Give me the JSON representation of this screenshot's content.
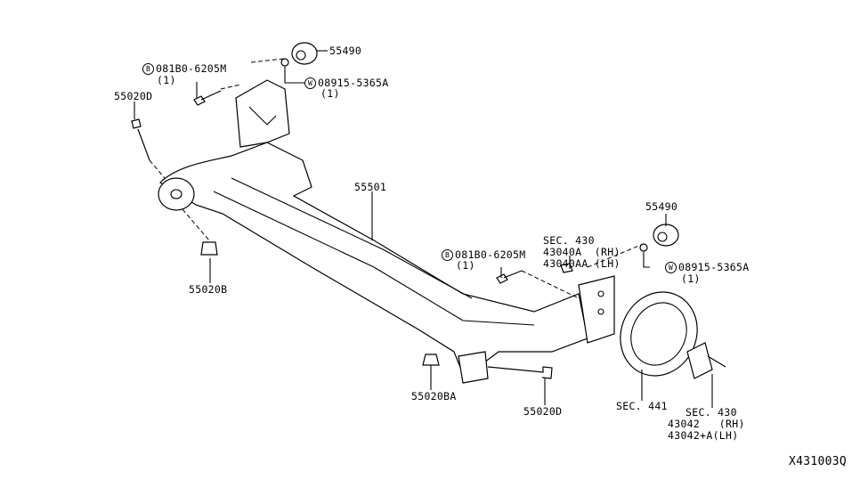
{
  "diagram_id": "X431003Q",
  "callouts": {
    "bushing_top": "55490",
    "bolt_b_top": {
      "symbol": "B",
      "part": "081B0-6205M",
      "qty": "(1)"
    },
    "washer_w_top": {
      "symbol": "W",
      "part": "08915-5365A",
      "qty": "(1)"
    },
    "bolt_left": "55020D",
    "beam": "55501",
    "nut_left": "55020B",
    "sec430_upper": {
      "title": "SEC. 430",
      "rh": "43040A  (RH)",
      "lh": "43040AA (LH)"
    },
    "bushing_right": "55490",
    "bolt_b_right": {
      "symbol": "B",
      "part": "081B0-6205M",
      "qty": "(1)"
    },
    "washer_w_right": {
      "symbol": "W",
      "part": "08915-5365A",
      "qty": "(1)"
    },
    "nut_right": "55020BA",
    "bolt_right": "55020D",
    "sec441": "SEC. 441",
    "sec430_lower": {
      "title": "SEC. 430",
      "rh": "43042   (RH)",
      "lh": "43042+A(LH)"
    }
  }
}
